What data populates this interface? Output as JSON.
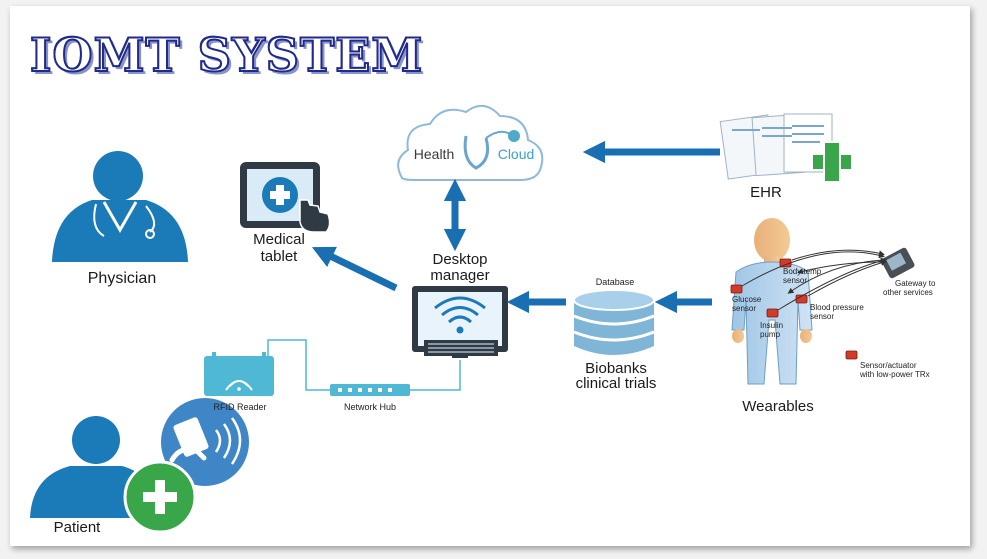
{
  "title": "IOMT SYSTEM",
  "nodes": {
    "physician": "Physician",
    "patient": "Patient",
    "medical_tablet_line1": "Medical",
    "medical_tablet_line2": "tablet",
    "health_cloud_left": "Health",
    "health_cloud_right": "Cloud",
    "desktop_line1": "Desktop",
    "desktop_line2": "manager",
    "ehr": "EHR",
    "database": "Database",
    "biobanks_line1": "Biobanks",
    "biobanks_line2": "clinical trials",
    "wearables": "Wearables",
    "rfid_reader": "RFID Reader",
    "network_hub": "Network Hub"
  },
  "sensors": {
    "body_temp_line1": "Body temp",
    "body_temp_line2": "sensor",
    "glucose_line1": "Glucose",
    "glucose_line2": "sensor",
    "blood_pressure_line1": "Blood pressure",
    "blood_pressure_line2": "sensor",
    "insulin_line1": "Insulin",
    "insulin_line2": "pump",
    "gateway_line1": "Gateway to",
    "gateway_line2": "other services",
    "legend_line1": "Sensor/actuator",
    "legend_line2": "with low-power TRx"
  },
  "colors": {
    "arrow": "#1a6fb3",
    "silhouette": "#1b7ab8",
    "title_stroke": "#1f2a8a",
    "sensor_red": "#d23a2a",
    "plus_green": "#3aa64a"
  }
}
